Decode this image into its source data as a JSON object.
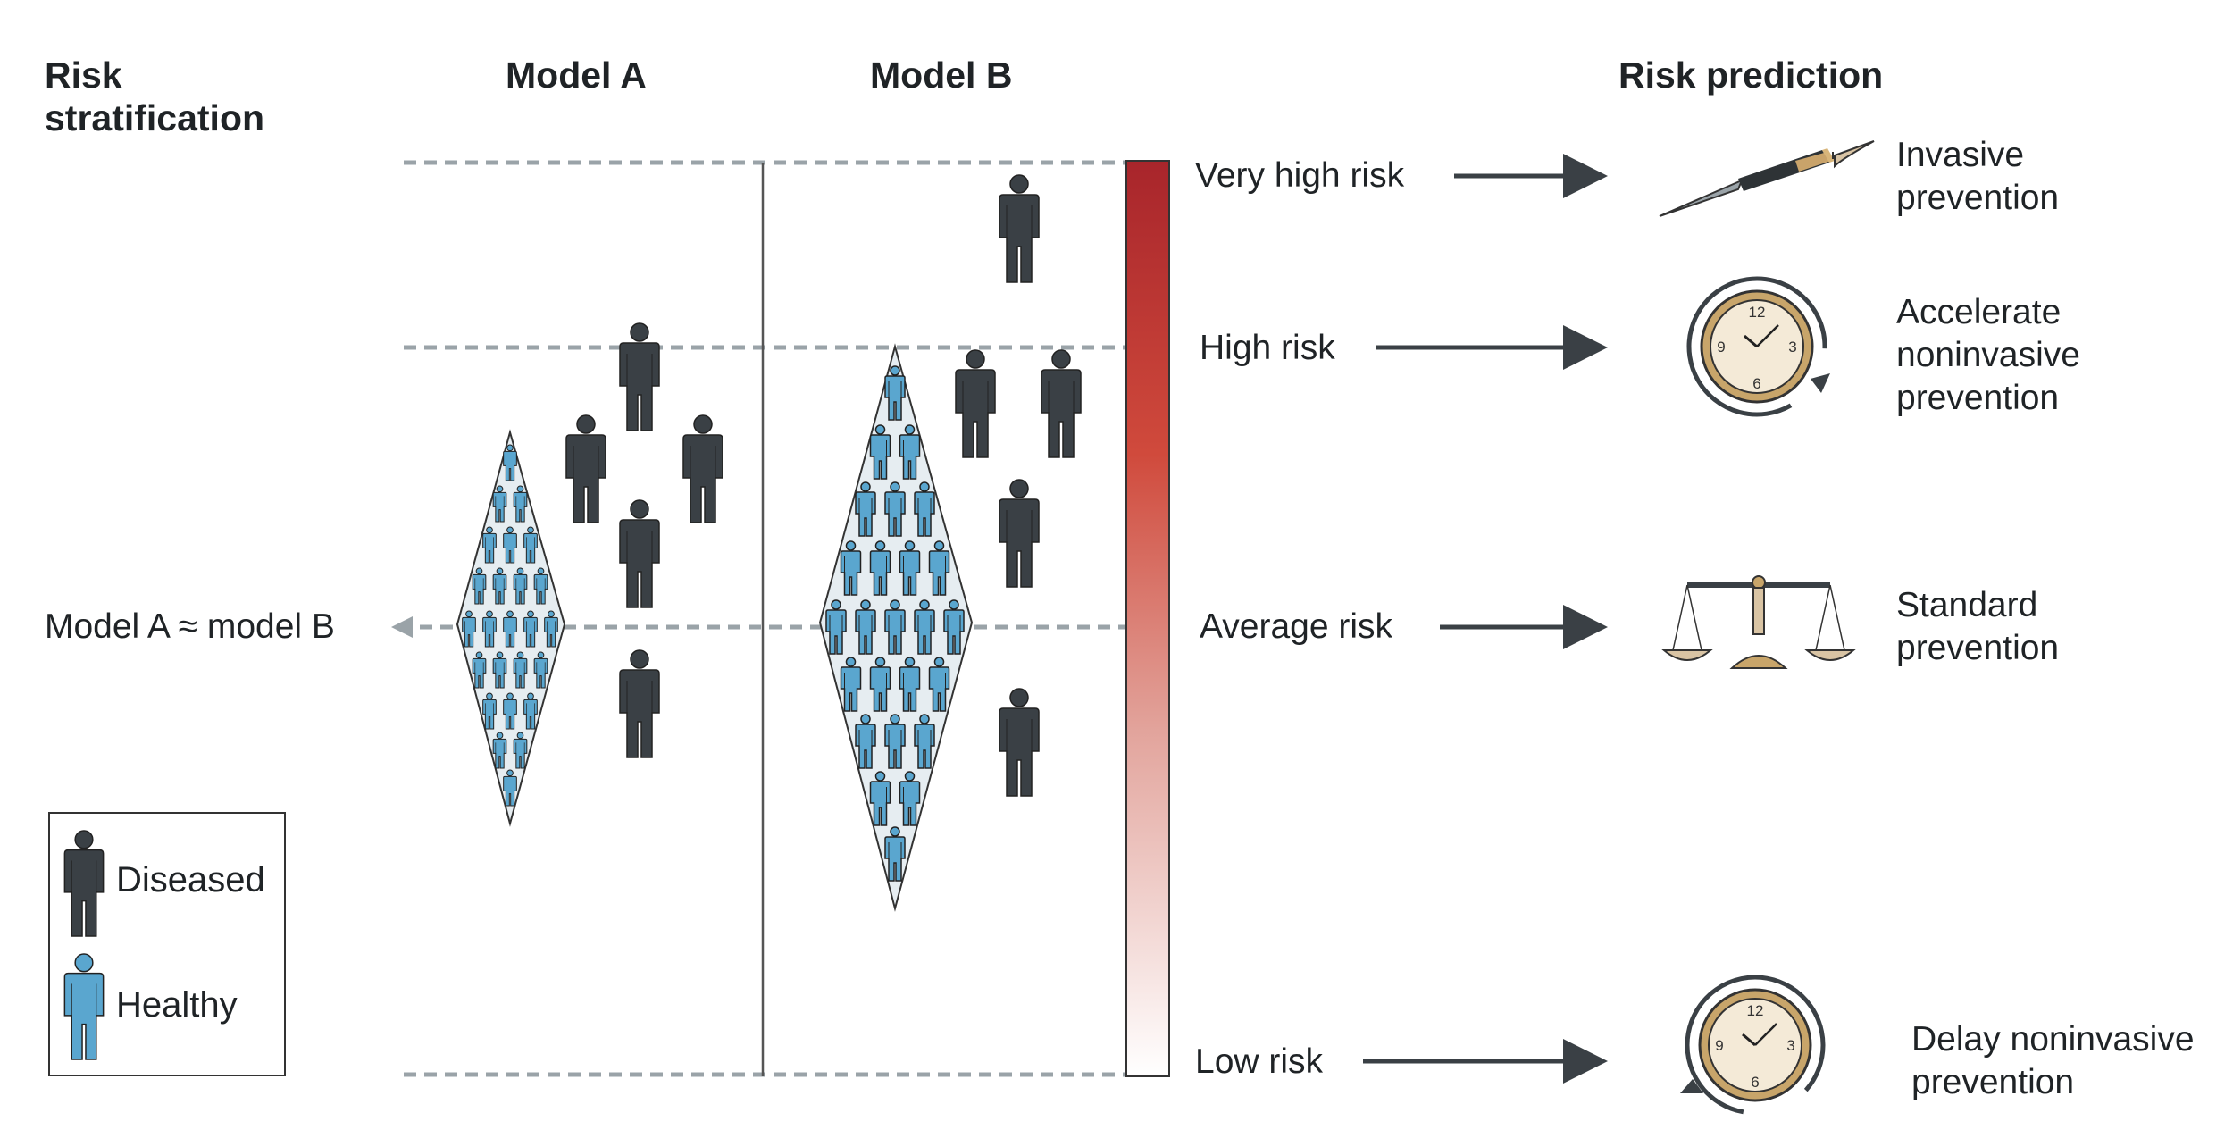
{
  "headers": {
    "risk_stratification": [
      "Risk",
      "stratification"
    ],
    "model_a": "Model A",
    "model_b": "Model B",
    "risk_prediction": "Risk prediction"
  },
  "comparison_label": "Model A ≈ model B",
  "risk_levels": [
    {
      "label": "Very high risk",
      "outcome": [
        "Invasive",
        "prevention"
      ],
      "icon": "scalpel-icon"
    },
    {
      "label": "High risk",
      "outcome": [
        "Accelerate",
        "noninvasive",
        "prevention"
      ],
      "icon": "clock-clockwise-icon"
    },
    {
      "label": "Average risk",
      "outcome": [
        "Standard",
        "prevention"
      ],
      "icon": "balance-scale-icon"
    },
    {
      "label": "Low risk",
      "outcome": [
        "Delay noninvasive",
        "prevention"
      ],
      "icon": "clock-counterclockwise-icon"
    }
  ],
  "legend": {
    "diseased": "Diseased",
    "healthy": "Healthy"
  },
  "colors": {
    "diseased": "#3a4045",
    "healthy": "#5aa6cf",
    "gradient_top": "#a8252b",
    "gradient_mid": "#d04a3c",
    "gradient_bottom": "#ffffff",
    "dashed_line": "#9aa3a8",
    "diamond_fill": "#e6edf1"
  }
}
